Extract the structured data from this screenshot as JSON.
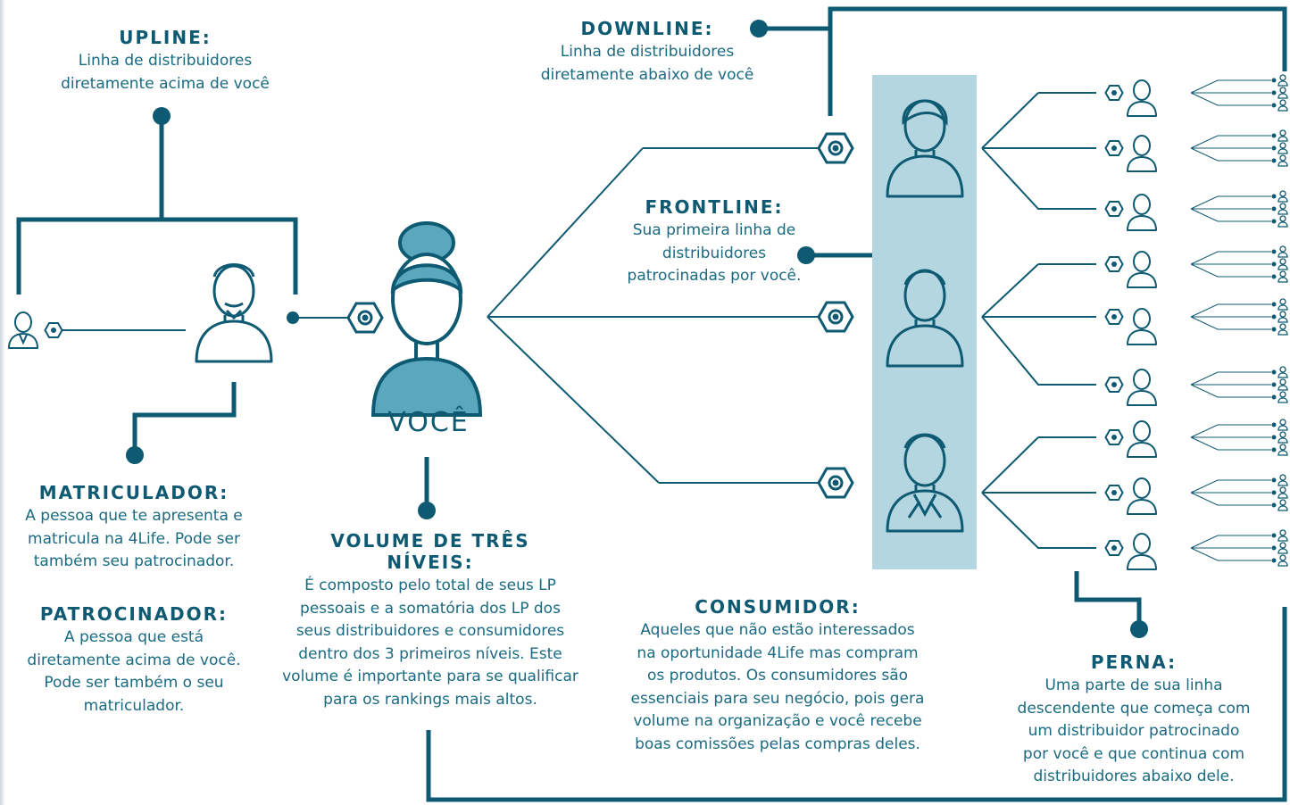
{
  "colors": {
    "primary": "#0f5a73",
    "accent": "#5aa8bd",
    "panel": "#b3d6e0"
  },
  "you": {
    "label": "VOCÊ"
  },
  "upline": {
    "title": "UPLINE:",
    "lines": [
      "Linha de distribuidores",
      "diretamente acima de você"
    ]
  },
  "downline": {
    "title": "DOWNLINE:",
    "lines": [
      "Linha de distribuidores",
      "diretamente abaixo de você"
    ]
  },
  "frontline": {
    "title": "FRONTLINE:",
    "lines": [
      "Sua primeira linha de",
      "distribuidores",
      "patrocinadas por você."
    ]
  },
  "matriculador": {
    "title": "MATRICULADOR:",
    "lines": [
      "A pessoa que te apresenta e",
      "matricula na 4Life. Pode ser",
      "também seu patrocinador."
    ]
  },
  "patrocinador": {
    "title": "PATROCINADOR:",
    "lines": [
      "A pessoa que está",
      "diretamente acima de você.",
      "Pode ser também o seu",
      "matriculador."
    ]
  },
  "volume": {
    "title_lines": [
      "VOLUME DE TRÊS",
      "NÍVEIS:"
    ],
    "lines": [
      "É composto pelo total de seus LP",
      "pessoais e a somatória dos LP dos",
      "seus distribuidores e consumidores",
      "dentro dos 3 primeiros níveis. Este",
      "volume é importante para se qualificar",
      "para os rankings mais altos."
    ]
  },
  "consumidor": {
    "title": "CONSUMIDOR:",
    "lines": [
      "Aqueles que não estão interessados",
      "na oportunidade 4Life mas compram",
      "os produtos. Os consumidores são",
      "essenciais para seu negócio, pois gera",
      "volume na organização e você recebe",
      "boas comissões pelas compras deles."
    ]
  },
  "perna": {
    "title": "PERNA:",
    "lines": [
      "Uma parte de sua linha",
      "descendente que começa com",
      "um distribuidor patrocinado",
      "por você e que continua com",
      "distribuidores abaixo dele."
    ]
  },
  "icons": {
    "upline_person": "man-mustache-icon",
    "small_upline": "businessman-icon",
    "you": "woman-bun-icon",
    "frontline": [
      "woman-short-hair-icon",
      "young-man-icon",
      "businessman-icon"
    ],
    "level_two": [
      "woman-icon",
      "man-spiky-hair-icon",
      "man-tie-icon",
      "man-bearded-icon",
      "businessman-icon",
      "woman-long-hair-icon",
      "man-icon",
      "bearded-man-icon",
      "man-glasses-icon"
    ],
    "level_three": "tiny-person-icon"
  }
}
